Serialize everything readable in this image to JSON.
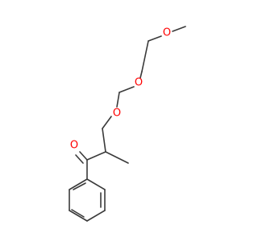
{
  "molecule": {
    "atoms": {
      "o_methoxy": {
        "symbol": "O"
      },
      "o_ether_upper": {
        "symbol": "O"
      },
      "o_ether_lower": {
        "symbol": "O"
      },
      "o_carbonyl": {
        "symbol": "O"
      }
    }
  },
  "colors": {
    "bond": "#3a3a3a",
    "oxygen": "#ff0000",
    "background": "#ffffff"
  }
}
